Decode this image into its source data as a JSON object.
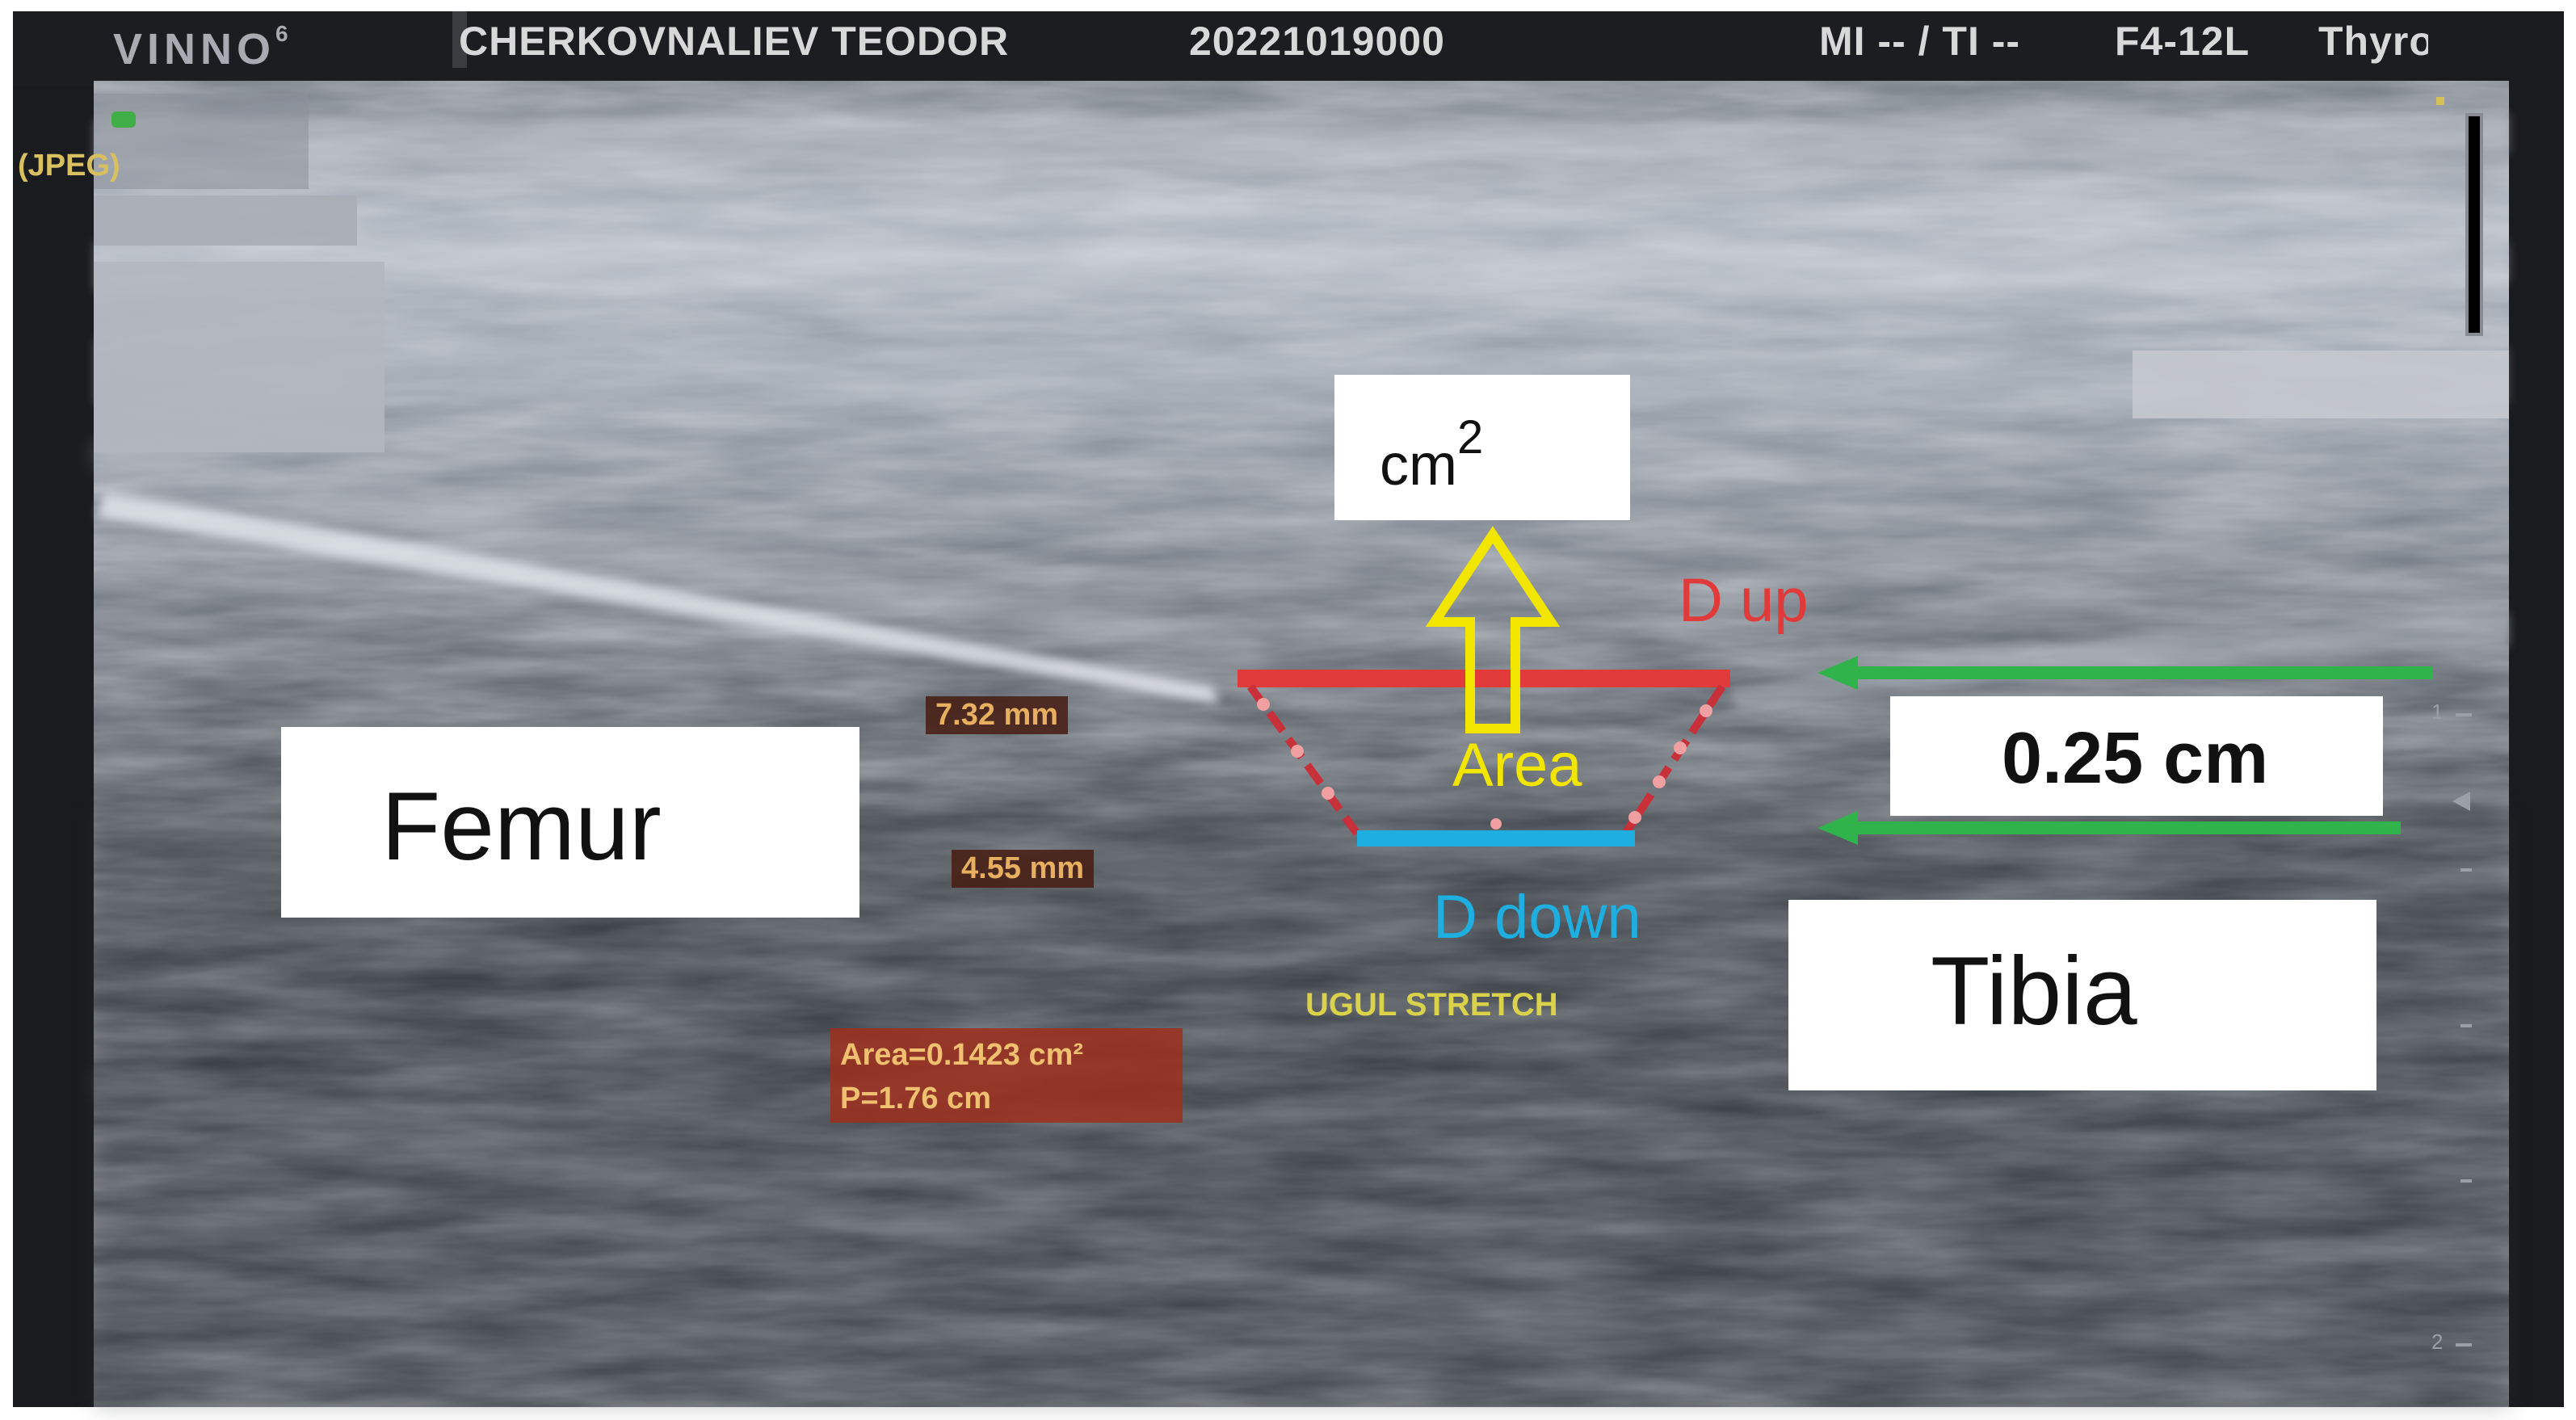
{
  "header": {
    "brand": "VINNO",
    "brand_superscript": "6",
    "patient_name": "CHERKOVNALIEV TEODOR",
    "patient_id": "20221019000",
    "indices": "MI -- / TI --",
    "probe": "F4-12L",
    "preset": "Thyro"
  },
  "overlay": {
    "format_tag": "(JPEG)",
    "measure_1": "7.32 mm",
    "measure_2": "4.55 mm",
    "area_line": "Area=0.1423 cm²",
    "perimeter_line": "P=1.76 cm",
    "preset_caption": "UGUL STRETCH"
  },
  "labels": {
    "femur": "Femur",
    "tibia": "Tibia",
    "thickness": "0.25 cm",
    "unit_base": "cm",
    "unit_exp": "2",
    "area": "Area",
    "d_up": "D up",
    "d_down": "D down"
  },
  "depth_scale": {
    "ticks": [
      "1",
      "2"
    ]
  },
  "colors": {
    "d_up": "#e03a3a",
    "d_down": "#1eaee0",
    "area_arrow": "#f2e600",
    "thickness_arrows": "#2fb34a",
    "annotation_box": "#a02c1a"
  }
}
